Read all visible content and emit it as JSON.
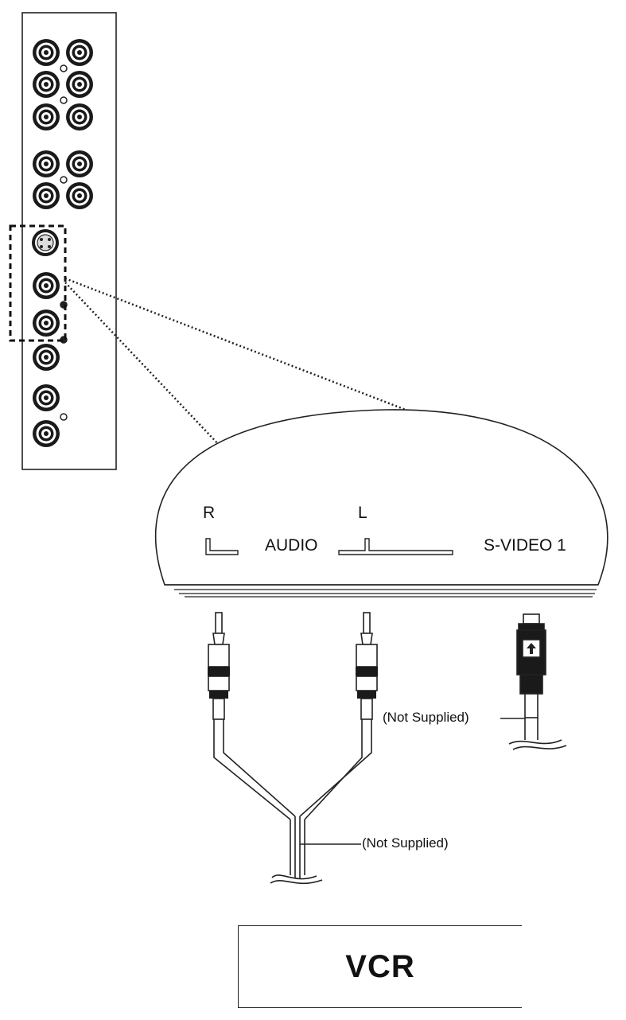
{
  "labels": {
    "r": "R",
    "l": "L",
    "audio": "AUDIO",
    "svideo": "S-VIDEO 1",
    "not_supplied_1": "(Not Supplied)",
    "not_supplied_2": "(Not Supplied)",
    "vcr": "VCR"
  },
  "icons": {
    "rca_jack": "rca-jack-icon",
    "svideo_jack": "svideo-jack-icon",
    "rca_plug": "rca-plug-icon",
    "svideo_plug": "svideo-plug-icon"
  },
  "colors": {
    "line": "#222222",
    "background": "#ffffff"
  }
}
